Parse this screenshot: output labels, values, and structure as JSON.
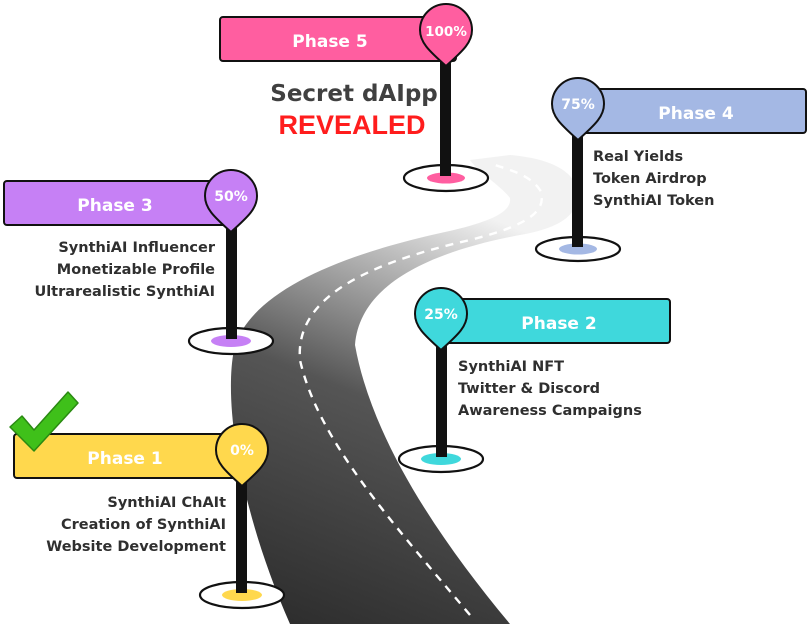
{
  "headline": {
    "line1": "Secret dAIpp",
    "line2": "REVEALED",
    "line2_color": "#ff1d1d"
  },
  "phases": [
    {
      "id": "phase1",
      "title": "Phase 1",
      "percent": "0%",
      "progress": 0,
      "color": "#ffd84d",
      "completed": true,
      "completed_icon": "check-icon",
      "items": [
        "SynthiAI ChAIt",
        "Creation of SynthiAI",
        "Website Development"
      ]
    },
    {
      "id": "phase2",
      "title": "Phase 2",
      "percent": "25%",
      "progress": 25,
      "color": "#3fd8dc",
      "completed": false,
      "items": [
        "SynthiAI NFT",
        "Twitter & Discord",
        "Awareness Campaigns"
      ]
    },
    {
      "id": "phase3",
      "title": "Phase 3",
      "percent": "50%",
      "progress": 50,
      "color": "#c680f5",
      "completed": false,
      "items": [
        "SynthiAI Influencer",
        "Monetizable Profile",
        "Ultrarealistic SynthiAI"
      ]
    },
    {
      "id": "phase4",
      "title": "Phase 4",
      "percent": "75%",
      "progress": 75,
      "color": "#a4b8e4",
      "completed": false,
      "items": [
        "Real Yields",
        "Token Airdrop",
        "SynthiAI Token"
      ]
    },
    {
      "id": "phase5",
      "title": "Phase 5",
      "percent": "100%",
      "progress": 100,
      "color": "#ff5ea0",
      "completed": false,
      "items": []
    }
  ]
}
